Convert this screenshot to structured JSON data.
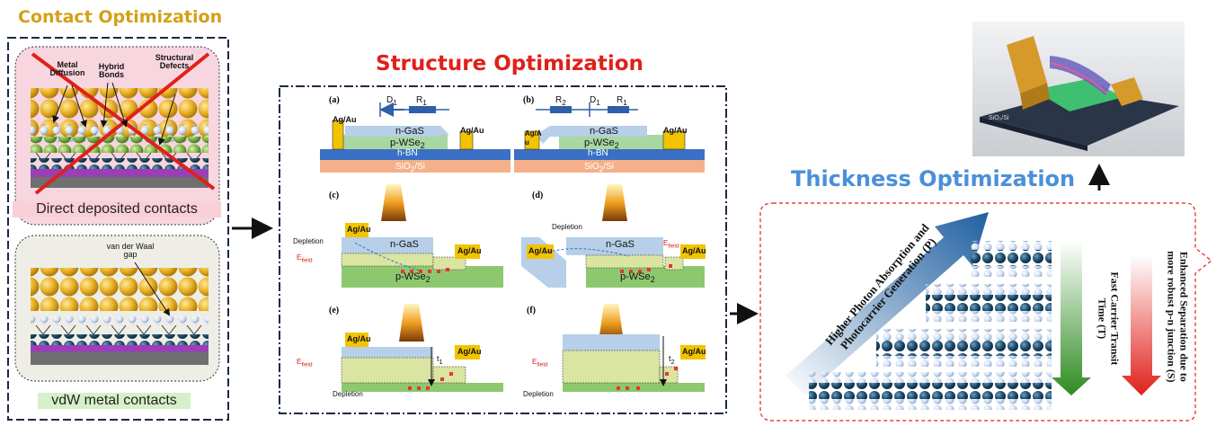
{
  "contact": {
    "title": "Contact Optimization",
    "metal_diffusion": "Metal Diffusion",
    "hybrid_bonds": "Hybrid Bonds",
    "structural_defects": "Structural Defects",
    "direct_caption": "Direct deposited contacts",
    "vdw_gap": "van der Waal gap",
    "vdw_caption": "vdW metal contacts"
  },
  "structure": {
    "title": "Structure Optimization",
    "panels": [
      "(a)",
      "(b)",
      "(c)",
      "(d)",
      "(e)",
      "(f)"
    ],
    "agau": "Ag/Au",
    "agau_split_top": "Ag/A",
    "agau_split_bottom": "u",
    "ngas": "n-GaS",
    "pwse2": "p-WSe",
    "sub2": "2",
    "hbn": "h-BN",
    "sio2si": "SiO",
    "sio2si_tail": "/Si",
    "d1": "D",
    "r1": "R",
    "r2": "R",
    "idx1": "1",
    "idx2": "2",
    "depletion": "Depletion",
    "efield": "E",
    "efield_sub": "field",
    "t1": "t",
    "t2": "t"
  },
  "thickness": {
    "title": "Thickness Optimization",
    "photon_line1": "Higher Photon Absorption and",
    "photon_line2": "Photocarrier Generation (P)",
    "transit_line1": "Fast Carrier Transit",
    "transit_line2": "Time (T)",
    "sep_line1": "Enhanced Separation due to",
    "sep_line2": "more robust  p-n junction (S)"
  },
  "device": {
    "substrate": "SiO₂/Si"
  },
  "colors": {
    "gold": "#e8b020",
    "red": "#e0201a",
    "blue": "#4a90d9",
    "green_layer": "#7cb342",
    "purple": "#8e44ad",
    "pink_bg": "#f7d6df"
  }
}
